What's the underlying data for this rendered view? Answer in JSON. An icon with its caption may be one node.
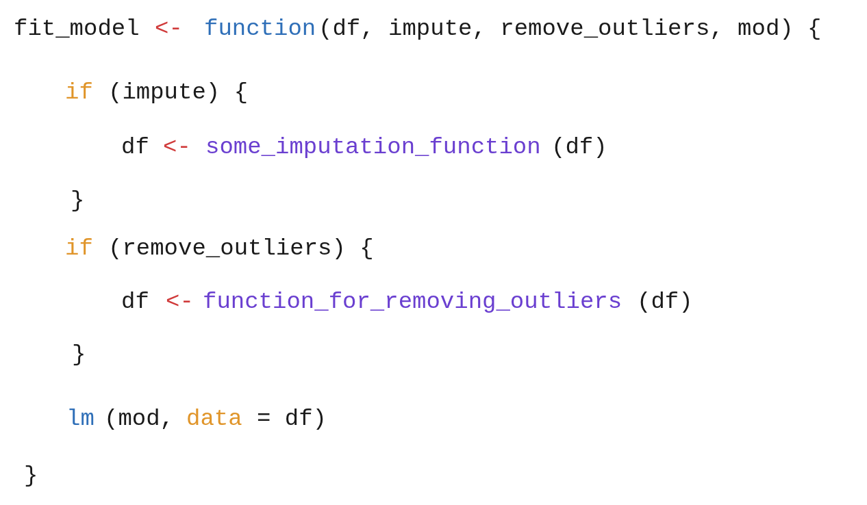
{
  "diagram": {
    "labels": [
      "fit_model",
      "<-",
      "function",
      "(df, impute, remove_outliers, mod) {",
      "if",
      "(impute) {",
      "df",
      "<-",
      "some_imputation_function",
      "(df)",
      "}",
      "if",
      "(remove_outliers) {",
      "df",
      "<-",
      "function_for_removing_outliers",
      "(df)",
      "}",
      "lm",
      "(mod,",
      "data",
      "= df)",
      "}"
    ]
  }
}
